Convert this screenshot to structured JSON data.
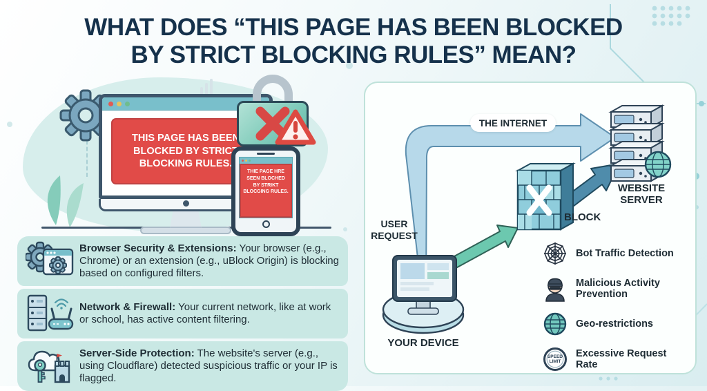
{
  "title": {
    "line1": "WHAT DOES “THIS PAGE HAS BEEN BLOCKED",
    "line2": "BY STRICT BLOCKING RULES” MEAN?"
  },
  "illustration": {
    "monitor_message": "THIS PAGE HAS BEEN BLOCKED BY STRICT BLOCKING RULES.",
    "phone_message": "THIE PAGE HRE SEEN BLOCHED BY STRIKT BLOCGING RULES."
  },
  "reasons": [
    {
      "icon": "browser-extensions-icon",
      "title": "Browser Security & Extensions:",
      "body": " Your browser (e.g., Chrome) or an extension (e.g., uBlock Origin) is blocking based on configured filters."
    },
    {
      "icon": "network-firewall-icon",
      "title": "Network & Firewall:",
      "body": " Your current network, like at work or school, has active content filtering."
    },
    {
      "icon": "server-protection-icon",
      "title": "Server-Side Protection:",
      "body": " The website's server (e.g., using Cloudflare) detected suspicious traffic or your IP is flagged."
    }
  ],
  "diagram": {
    "labels": {
      "user_request": "USER REQUEST",
      "the_internet": "THE INTERNET",
      "block": "BLOCK",
      "website_server": "WEBSITE SERVER",
      "your_device": "YOUR DEVICE"
    },
    "server_reasons": [
      {
        "icon": "spider-web-icon",
        "label": "Bot Traffic Detection"
      },
      {
        "icon": "hacker-icon",
        "label": "Malicious Activity Prevention"
      },
      {
        "icon": "globe-icon",
        "label": "Geo-restrictions"
      },
      {
        "icon": "speed-limit-icon",
        "label": "Excessive Request Rate",
        "badge": "SPEED LIMIT"
      }
    ]
  },
  "colors": {
    "navy": "#15314b",
    "alert_red": "#e14b48",
    "teal_panel": "#c9e8e4",
    "arrow_blue": "#b7d9ea",
    "arrow_green": "#6cc8af",
    "arrow_dark": "#4f8cab",
    "lock_teal": "#7ecab9"
  }
}
